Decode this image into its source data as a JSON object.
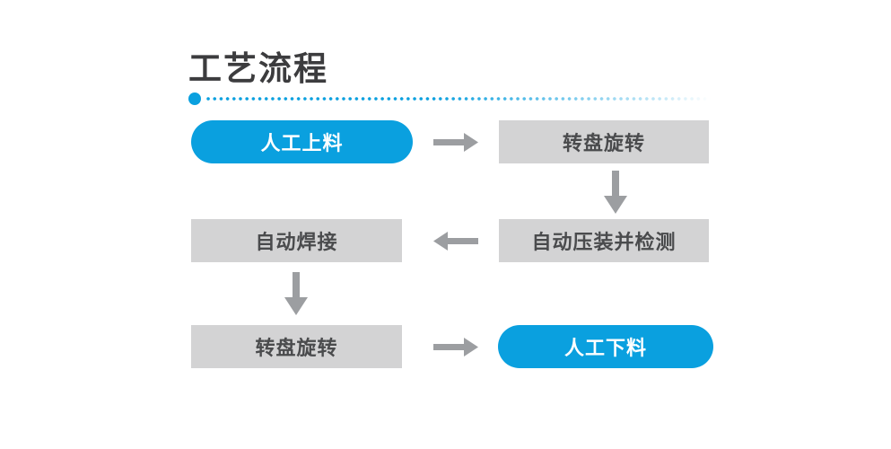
{
  "page": {
    "title": "工艺流程"
  },
  "colors": {
    "accent_blue": "#0aa0df",
    "box_gray": "#d3d3d4",
    "box_text": "#4a4b4d",
    "arrow_gray": "#9c9ea1",
    "title_text": "#3c3c3e"
  },
  "flow": {
    "nodes": [
      {
        "id": "manual-loading",
        "label": "人工上料",
        "style": "pill-blue",
        "row": 1,
        "col": "left"
      },
      {
        "id": "turntable-rotate-1",
        "label": "转盘旋转",
        "style": "box-gray",
        "row": 1,
        "col": "right"
      },
      {
        "id": "auto-press-detect",
        "label": "自动压装并检测",
        "style": "box-gray",
        "row": 2,
        "col": "right"
      },
      {
        "id": "auto-welding",
        "label": "自动焊接",
        "style": "box-gray",
        "row": 2,
        "col": "left"
      },
      {
        "id": "turntable-rotate-2",
        "label": "转盘旋转",
        "style": "box-gray",
        "row": 3,
        "col": "left"
      },
      {
        "id": "manual-unloading",
        "label": "人工下料",
        "style": "pill-blue",
        "row": 3,
        "col": "right"
      }
    ],
    "arrows": [
      {
        "from": "manual-loading",
        "to": "turntable-rotate-1",
        "direction": "right"
      },
      {
        "from": "turntable-rotate-1",
        "to": "auto-press-detect",
        "direction": "down"
      },
      {
        "from": "auto-press-detect",
        "to": "auto-welding",
        "direction": "left"
      },
      {
        "from": "auto-welding",
        "to": "turntable-rotate-2",
        "direction": "down"
      },
      {
        "from": "turntable-rotate-2",
        "to": "manual-unloading",
        "direction": "right"
      }
    ]
  }
}
